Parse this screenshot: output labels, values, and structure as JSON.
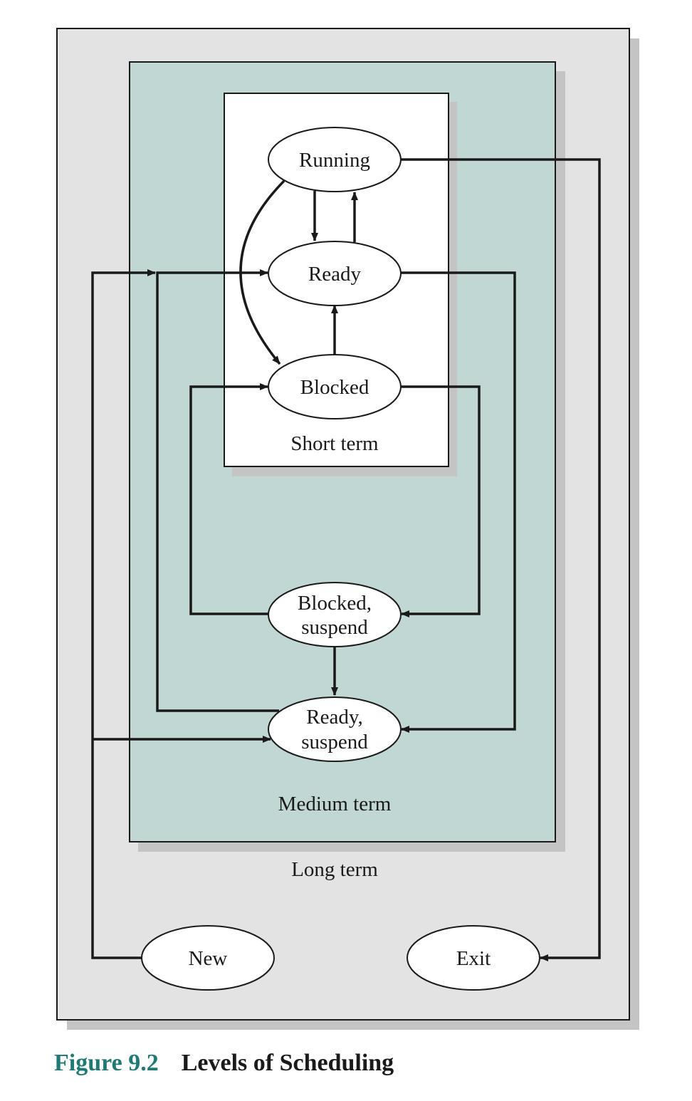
{
  "figure": {
    "number": "Figure 9.2",
    "title": "Levels of Scheduling"
  },
  "levels": {
    "long_term": "Long term",
    "medium_term": "Medium term",
    "short_term": "Short term"
  },
  "states": {
    "running": "Running",
    "ready": "Ready",
    "blocked": "Blocked",
    "blocked_suspend": [
      "Blocked,",
      "suspend"
    ],
    "ready_suspend": [
      "Ready,",
      "suspend"
    ],
    "new": "New",
    "exit": "Exit"
  },
  "colors": {
    "long_term_fill": "#e3e3e3",
    "medium_term_fill": "#c1d7d4",
    "short_term_fill": "#ffffff",
    "shadow": "#c4c4c4",
    "stroke": "#1a1a1a",
    "figure_number": "#1f7a75"
  }
}
